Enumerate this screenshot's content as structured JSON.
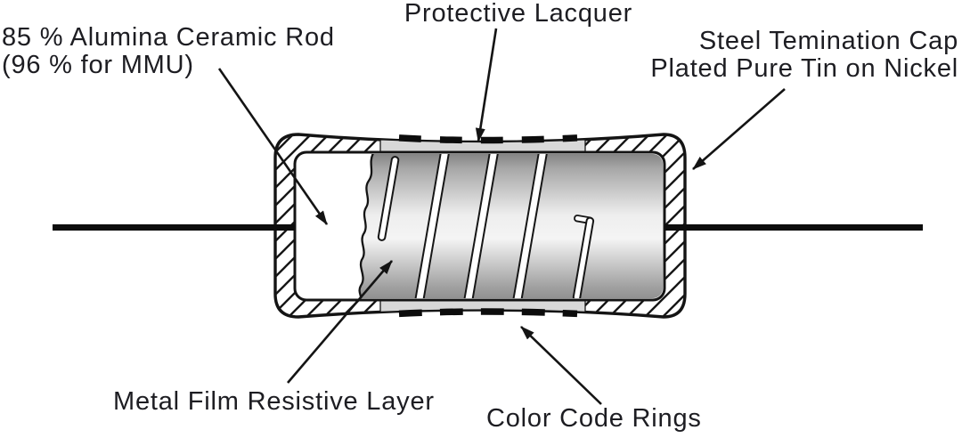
{
  "figure": {
    "type": "technical-diagram",
    "subject": "Axial metal film resistor internal construction cross-section",
    "labels": {
      "ceramic_rod": {
        "line1": "85 % Alumina Ceramic Rod",
        "line2": "(96 % for MMU)"
      },
      "protective_lacquer": "Protective Lacquer",
      "termination_cap": {
        "line1": "Steel Temination Cap",
        "line2": "Plated Pure Tin on Nickel"
      },
      "metal_film": "Metal Film Resistive Layer",
      "color_code_rings": "Color Code Rings"
    },
    "colors": {
      "ink": "#161616",
      "label_text": "#1d1d22",
      "lacquer_band": "#d8d8d8",
      "film_highlight": "#f3f3f3",
      "film_shadow": "#868686",
      "background": "#ffffff"
    }
  }
}
